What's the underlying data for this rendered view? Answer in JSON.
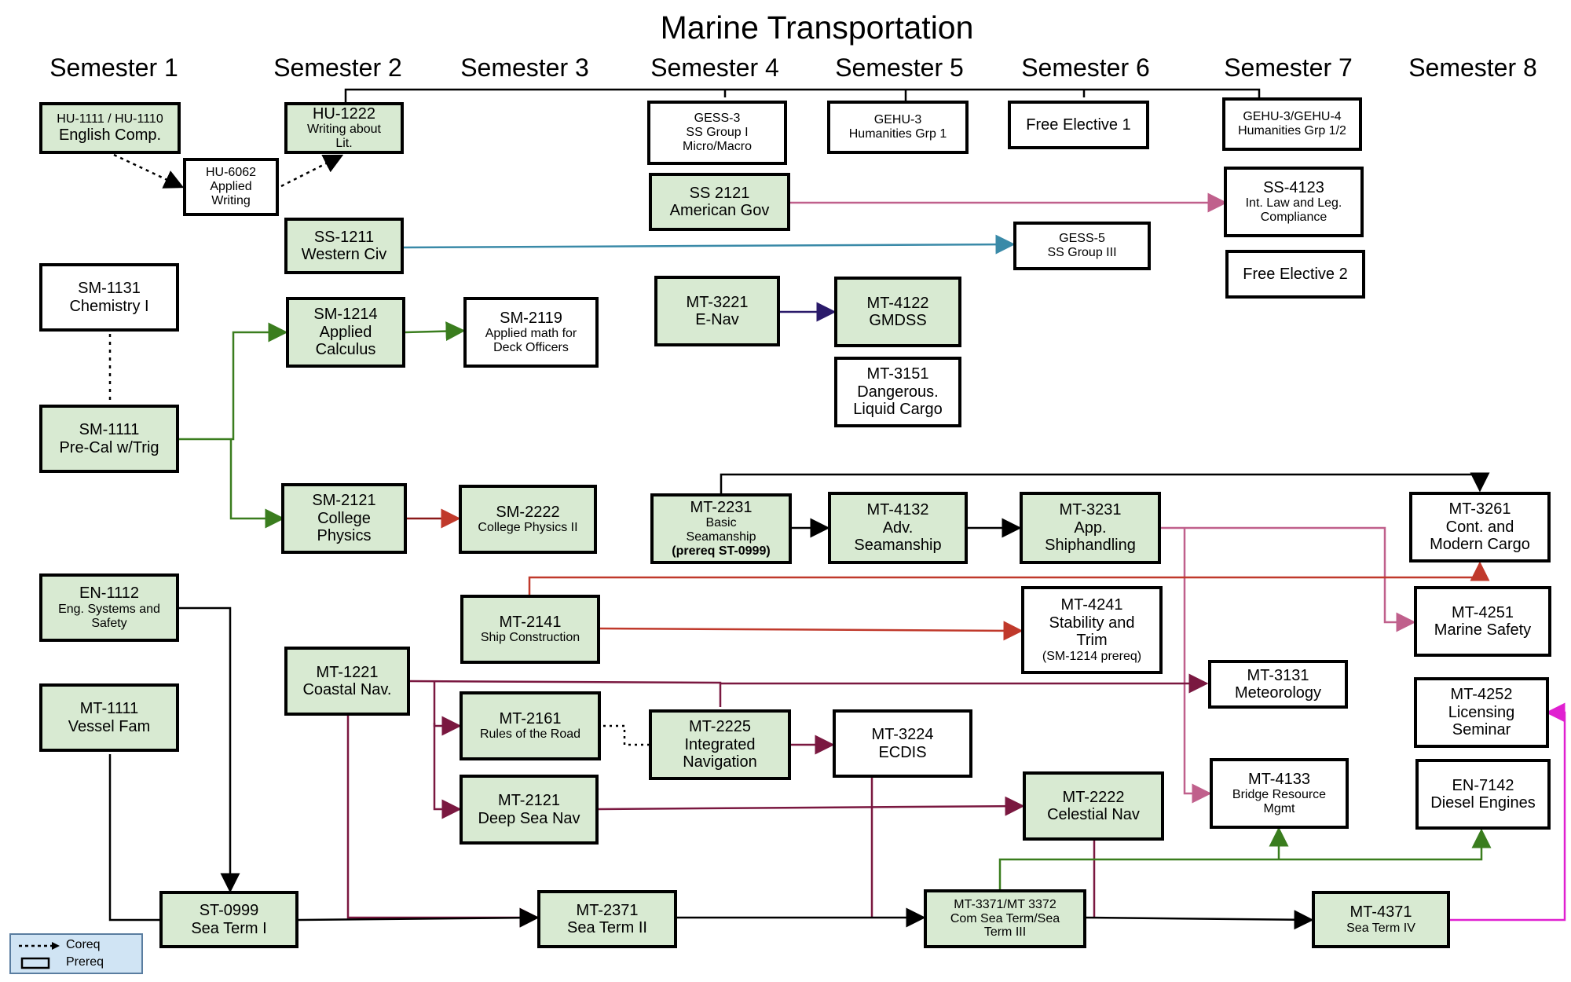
{
  "title": "Marine Transportation",
  "semesters": [
    "Semester 1",
    "Semester 2",
    "Semester 3",
    "Semester 4",
    "Semester 5",
    "Semester 6",
    "Semester 7",
    "Semester 8"
  ],
  "colors": {
    "node_green": "#d8ead2",
    "prereq_green": "#3a7d1e",
    "prereq_red": "#c0392b",
    "prereq_maroon": "#7a1840",
    "prereq_pink": "#c0608c",
    "prereq_teal": "#3a8aa8",
    "prereq_navy": "#2a1a6a",
    "prereq_magenta": "#e020d0",
    "legend_bg": "#d0e4f4"
  },
  "courses": {
    "hu1111": [
      "HU-1111 / HU-1110",
      "English Comp."
    ],
    "hu6062": [
      "HU-6062",
      "Applied",
      "Writing"
    ],
    "hu1222": [
      "HU-1222",
      "Writing about",
      "Lit."
    ],
    "gess3": [
      "GESS-3",
      "SS Group I",
      "Micro/Macro"
    ],
    "gehu3": [
      "GEHU-3",
      "Humanities Grp 1"
    ],
    "free1": [
      "Free Elective 1"
    ],
    "gehu34": [
      "GEHU-3/GEHU-4",
      "Humanities Grp 1/2"
    ],
    "ss2121": [
      "SS 2121",
      "American Gov"
    ],
    "ss4123": [
      "SS-4123",
      "Int. Law and Leg.",
      "Compliance"
    ],
    "ss1211": [
      "SS-1211",
      "Western Civ"
    ],
    "gess5": [
      "GESS-5",
      "SS Group III"
    ],
    "free2": [
      "Free Elective 2"
    ],
    "sm1131": [
      "SM-1131",
      "Chemistry I"
    ],
    "sm1214": [
      "SM-1214",
      "Applied",
      "Calculus"
    ],
    "sm2119": [
      "SM-2119",
      "Applied math for",
      "Deck Officers"
    ],
    "mt3221": [
      "MT-3221",
      "E-Nav"
    ],
    "mt4122": [
      "MT-4122",
      "GMDSS"
    ],
    "mt3151": [
      "MT-3151",
      "Dangerous.",
      "Liquid Cargo"
    ],
    "sm1111": [
      "SM-1111",
      "Pre-Cal w/Trig"
    ],
    "sm2121": [
      "SM-2121",
      "College",
      "Physics"
    ],
    "sm2222": [
      "SM-2222",
      "College Physics II"
    ],
    "mt2231": [
      "MT-2231",
      "Basic",
      "Seamanship",
      "(prereq ST-0999)"
    ],
    "mt4132": [
      "MT-4132",
      "Adv.",
      "Seamanship"
    ],
    "mt3231": [
      "MT-3231",
      "App.",
      "Shiphandling"
    ],
    "mt3261": [
      "MT-3261",
      "Cont. and",
      "Modern Cargo"
    ],
    "en1112": [
      "EN-1112",
      "Eng. Systems and",
      "Safety"
    ],
    "mt2141": [
      "MT-2141",
      "Ship Construction"
    ],
    "mt4241": [
      "MT-4241",
      "Stability and",
      "Trim",
      "(SM-1214 prereq)"
    ],
    "mt4251": [
      "MT-4251",
      "Marine Safety"
    ],
    "mt1111": [
      "MT-1111",
      "Vessel Fam"
    ],
    "mt1221": [
      "MT-1221",
      "Coastal Nav."
    ],
    "mt3131": [
      "MT-3131",
      "Meteorology"
    ],
    "mt4252": [
      "MT-4252",
      "Licensing",
      "Seminar"
    ],
    "mt2161": [
      "MT-2161",
      "Rules of the Road"
    ],
    "mt2225": [
      "MT-2225",
      "Integrated",
      "Navigation"
    ],
    "mt3224": [
      "MT-3224",
      "ECDIS"
    ],
    "mt4133": [
      "MT-4133",
      "Bridge Resource",
      "Mgmt"
    ],
    "en7142": [
      "EN-7142",
      "Diesel Engines"
    ],
    "mt2121": [
      "MT-2121",
      "Deep Sea Nav"
    ],
    "mt2222": [
      "MT-2222",
      "Celestial Nav"
    ],
    "st0999": [
      "ST-0999",
      "Sea Term I"
    ],
    "mt2371": [
      "MT-2371",
      "Sea Term II"
    ],
    "mt3371": [
      "MT-3371/MT 3372",
      "Com Sea Term/Sea",
      "Term III"
    ],
    "mt4371": [
      "MT-4371",
      "Sea Term IV"
    ]
  },
  "legend": {
    "coreq": "Coreq",
    "prereq": "Prereq"
  }
}
